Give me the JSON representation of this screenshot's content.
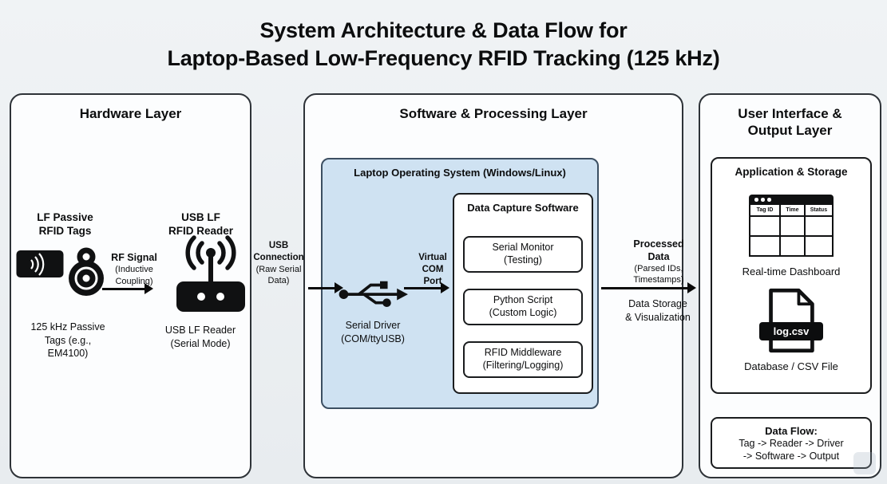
{
  "title": "System Architecture & Data Flow for\nLaptop-Based Low-Frequency RFID Tracking (125 kHz)",
  "panels": {
    "hardware": {
      "header": "Hardware Layer",
      "tags_label": "LF Passive\nRFID Tags",
      "tags_caption": "125 kHz Passive\nTags (e.g.,\nEM4100)",
      "rf_label": "RF Signal",
      "rf_sub": "(Inductive\nCoupling)",
      "reader_label": "USB LF\nRFID Reader",
      "reader_caption": "USB LF Reader\n(Serial Mode)"
    },
    "software": {
      "header": "Software & Processing Layer",
      "os_header": "Laptop Operating System (Windows/Linux)",
      "driver_caption": "Serial Driver\n(COM/ttyUSB)",
      "com_label": "Virtual\nCOM\nPort",
      "capture_header": "Data Capture Software",
      "capture_items": [
        "Serial Monitor\n(Testing)",
        "Python Script\n(Custom Logic)",
        "RFID Middleware\n(Filtering/Logging)"
      ]
    },
    "output": {
      "header": "User Interface &\nOutput Layer",
      "app_box": {
        "header": "Application & Storage",
        "table_headers": [
          "Tag ID",
          "Time",
          "Status"
        ],
        "dashboard_caption": "Real-time Dashboard",
        "file_label": "log.csv",
        "file_caption": "Database / CSV File"
      },
      "dataflow": {
        "header": "Data Flow:",
        "body": "Tag -> Reader -> Driver\n-> Software -> Output"
      }
    }
  },
  "connectors": {
    "usb_label": "USB\nConnection",
    "usb_sub": "(Raw Serial\nData)",
    "processed_label": "Processed\nData",
    "processed_sub": "(Parsed IDs,\nTimestamps)",
    "storage_label": "Data Storage\n& Visualization"
  },
  "icons": {
    "rfid_card_icon": "black card with contactless waves",
    "rfid_keyfob_icon": "black keyfob with ring",
    "rfid_reader_icon": "antenna with signal arcs on black box",
    "usb_connector_icon": "USB trident symbol",
    "dashboard_table_icon": "mini table window",
    "csv_file_icon": "document with log.csv banner",
    "arrow_right_icon": "black right arrow"
  },
  "colors": {
    "background": "#eef1f4",
    "panel_fill": "#fcfdfe",
    "panel_border": "#2e3338",
    "os_box_fill": "#cfe2f2",
    "os_box_border": "#3c4f62",
    "inner_box_border": "#1a1c1e",
    "icon": "#101112",
    "text": "#0c0d0e"
  }
}
